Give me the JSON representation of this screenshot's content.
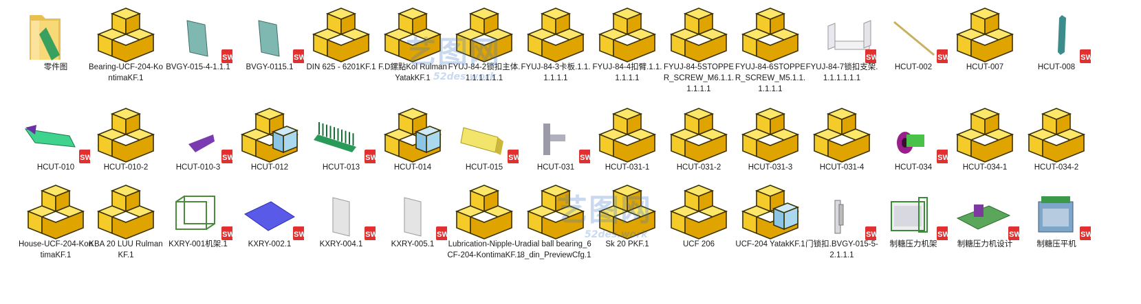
{
  "folder": {
    "items": [
      {
        "label": "零件图",
        "icon": "folder-icon"
      },
      {
        "label": "Bearing-UCF-204-KontimaKF.1",
        "icon": "part-icon"
      },
      {
        "label": "BVGY-015-4-1.1.1",
        "icon": "sw-plate-teal-icon"
      },
      {
        "label": "BVGY-0115.1",
        "icon": "sw-plate-teal-icon"
      },
      {
        "label": "DIN 625 - 6201KF.1",
        "icon": "part-icon"
      },
      {
        "label": "F.D鏍點Kol Rulman YatakKF.1",
        "icon": "part-icon"
      },
      {
        "label": "FYUJ-84-2锁扣主体.1.1.1.1.1.1",
        "icon": "part-icon"
      },
      {
        "label": "FYUJ-84-3卡板.1.1.1.1.1.1",
        "icon": "part-icon"
      },
      {
        "label": "FYUJ-84-4扣臂.1.1.1.1.1.1",
        "icon": "part-icon"
      },
      {
        "label": "FYUJ-84-5STOPPER_SCREW_M6.1.1.1.1.1.1",
        "icon": "part-icon"
      },
      {
        "label": "FYUJ-84-6STOPPER_SCREW_M5.1.1.1.1.1.1",
        "icon": "part-icon"
      },
      {
        "label": "FYUJ-84-7锁扣支架.1.1.1.1.1.1",
        "icon": "sw-bracket-icon"
      },
      {
        "label": "HCUT-002",
        "icon": "sw-pin-icon"
      },
      {
        "label": "HCUT-007",
        "icon": "part-icon"
      },
      {
        "label": "HCUT-008",
        "icon": "sw-link-icon"
      },
      {
        "label": "HCUT-010",
        "icon": "sw-arm-icon"
      },
      {
        "label": "HCUT-010-2",
        "icon": "part-icon"
      },
      {
        "label": "HCUT-010-3",
        "icon": "sw-purple-plate-icon"
      },
      {
        "label": "HCUT-012",
        "icon": "part-blue-icon"
      },
      {
        "label": "HCUT-013",
        "icon": "sw-comb-icon"
      },
      {
        "label": "HCUT-014",
        "icon": "part-blue-icon"
      },
      {
        "label": "HCUT-015",
        "icon": "sw-mesh-icon"
      },
      {
        "label": "HCUT-031",
        "icon": "sw-bracket-grey-icon"
      },
      {
        "label": "HCUT-031-1",
        "icon": "part-icon"
      },
      {
        "label": "HCUT-031-2",
        "icon": "part-icon"
      },
      {
        "label": "HCUT-031-3",
        "icon": "part-icon"
      },
      {
        "label": "HCUT-031-4",
        "icon": "part-icon"
      },
      {
        "label": "HCUT-034",
        "icon": "sw-roller-icon"
      },
      {
        "label": "HCUT-034-1",
        "icon": "part-icon"
      },
      {
        "label": "HCUT-034-2",
        "icon": "part-icon"
      },
      {
        "label": "House-UCF-204-KontimaKF.1",
        "icon": "part-icon"
      },
      {
        "label": "KBA 20 LUU RulmanKF.1",
        "icon": "part-icon"
      },
      {
        "label": "KXRY-001机架.1",
        "icon": "sw-frame-icon"
      },
      {
        "label": "KXRY-002.1",
        "icon": "sw-blue-plate-icon"
      },
      {
        "label": "KXRY-004.1",
        "icon": "sw-door-icon"
      },
      {
        "label": "KXRY-005.1",
        "icon": "sw-door-icon"
      },
      {
        "label": "Lubrication-Nipple-UCF-204-KontimaKF.1",
        "icon": "part-icon"
      },
      {
        "label": "radial ball bearing_68_din_PreviewCfg.1",
        "icon": "part-icon"
      },
      {
        "label": "Sk 20 PKF.1",
        "icon": "part-icon"
      },
      {
        "label": "UCF 206",
        "icon": "part-icon"
      },
      {
        "label": "UCF-204 YatakKF.1",
        "icon": "part-blue-icon"
      },
      {
        "label": "门锁扣.BVGY-015-5-2.1.1.1",
        "icon": "sw-lock-icon"
      },
      {
        "label": "制糖压力机架",
        "icon": "sw-machine-icon"
      },
      {
        "label": "制糖压力机设计",
        "icon": "sw-press-icon"
      },
      {
        "label": "制糖压平机",
        "icon": "sw-flattener-icon"
      }
    ]
  },
  "badge_text": "SW",
  "watermark": {
    "big": "艺图网",
    "small": "52des.work"
  },
  "colors": {
    "part_yellow": "#f5cb2a",
    "part_edge": "#3a3000",
    "cube_blue": "#a9d8ef",
    "badge_red": "#e03030"
  }
}
